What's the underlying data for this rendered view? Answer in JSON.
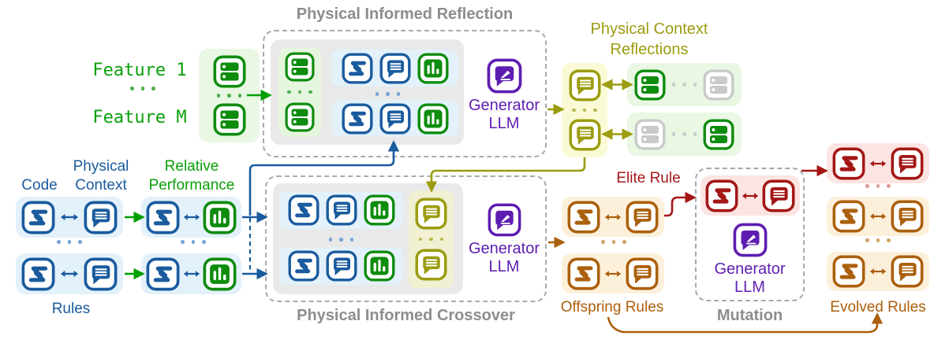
{
  "colors": {
    "green": "#0e8c0e",
    "green_text": "#0aa00a",
    "green_arrow": "#00a000",
    "blue": "#1a5b9e",
    "olive": "#9c9c10",
    "purple": "#5e1db2",
    "dark_red": "#a41616",
    "orange": "#ab600d",
    "gray_title": "#8d8d8d",
    "gray_disabled": "#c9c9c9",
    "panel_gray": "#e9e9e9",
    "light_green_bg": "#e9f7e3",
    "light_blue_bg": "#e3f1fb",
    "light_yellow_bg": "#fbfad6",
    "light_red_bg": "#fce4e2",
    "light_orange_bg": "#fdf0da"
  },
  "icons": {
    "code_icon": "angular-s-code-glyph",
    "context_icon": "speech-bubble-with-lines",
    "performance_icon": "bar-chart",
    "feature_icon": "server-list-with-dots",
    "generator_icon": "compose-pen-speech-bubble",
    "ellipsis": "three-dots"
  },
  "features": {
    "top_label": "Feature 1",
    "bottom_label": "Feature M"
  },
  "inputs": {
    "physical_label": "Physical",
    "code_label": "Code",
    "context_label": "Context",
    "relative_label": "Relative",
    "performance_label": "Performance",
    "rules_label": "Rules"
  },
  "reflection": {
    "title": "Physical Informed Reflection",
    "generator_line1": "Generator",
    "generator_line2": "LLM"
  },
  "reflections_out": {
    "heading_line1": "Physical Context",
    "heading_line2": "Reflections"
  },
  "crossover": {
    "title": "Physical Informed Crossover",
    "generator_line1": "Generator",
    "generator_line2": "LLM"
  },
  "elite": {
    "label": "Elite Rule"
  },
  "offspring": {
    "label": "Offspring Rules"
  },
  "mutation": {
    "title": "Mutation",
    "generator_line1": "Generator",
    "generator_line2": "LLM"
  },
  "evolved": {
    "label": "Evolved Rules"
  }
}
